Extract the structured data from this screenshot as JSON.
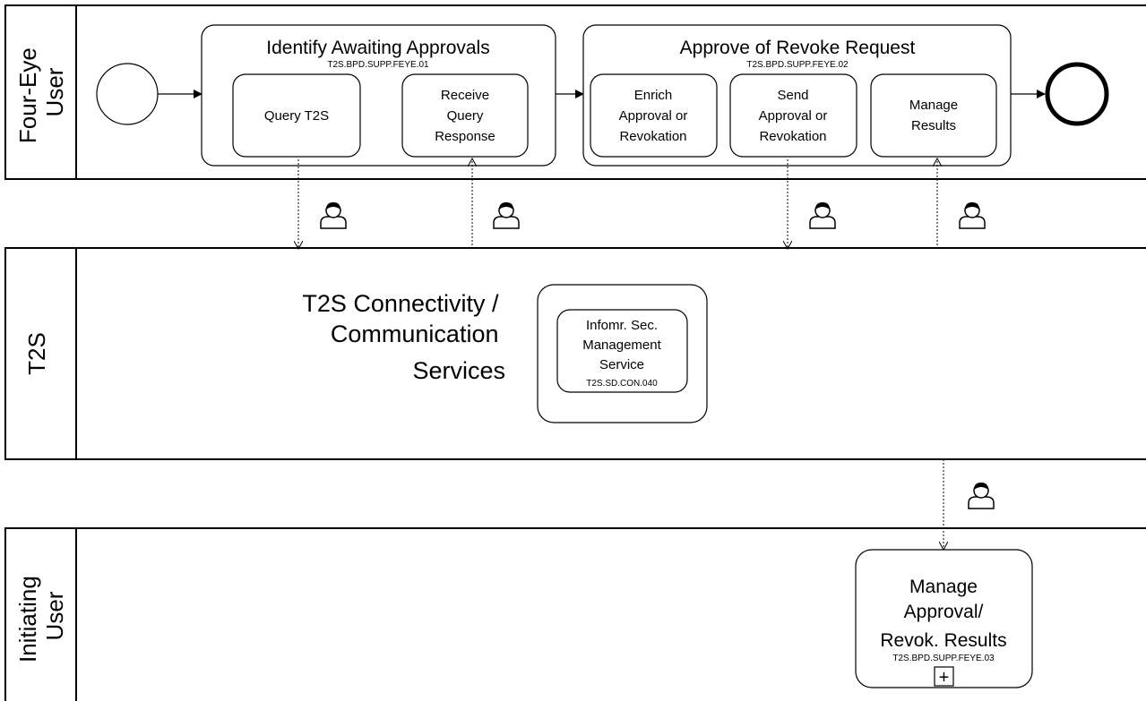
{
  "lanes": {
    "four_eye": {
      "label_line1": "Four-Eye",
      "label_line2": "User"
    },
    "t2s": {
      "label": "T2S"
    },
    "initiating": {
      "label_line1": "Initiating",
      "label_line2": "User"
    }
  },
  "process_identify": {
    "title": "Identify Awaiting Approvals",
    "code": "T2S.BPD.SUPP.FEYE.01",
    "tasks": [
      {
        "lines": [
          "Query T2S"
        ]
      },
      {
        "lines": [
          "Receive",
          "Query",
          "Response"
        ]
      }
    ]
  },
  "process_approve": {
    "title": "Approve of Revoke Request",
    "code": "T2S.BPD.SUPP.FEYE.02",
    "tasks": [
      {
        "lines": [
          "Enrich",
          "Approval or",
          "Revokation"
        ]
      },
      {
        "lines": [
          "Send",
          "Approval or",
          "Revokation"
        ]
      },
      {
        "lines": [
          "Manage",
          "Results"
        ]
      }
    ]
  },
  "t2s_services": {
    "title_lines": [
      "T2S Connectivity /",
      "Communication",
      "Services"
    ],
    "service": {
      "lines": [
        "Infomr. Sec.",
        "Management",
        "Service"
      ],
      "code": "T2S.SD.CON.040"
    }
  },
  "initiating_process": {
    "lines": [
      "Manage",
      "Approval/",
      "Revok. Results"
    ],
    "code": "T2S.BPD.SUPP.FEYE.03",
    "expand_symbol": "+"
  },
  "icons": {
    "user_icon": "user-icon",
    "start_event": "start-event-circle",
    "end_event": "end-event-circle"
  },
  "colors": {
    "stroke": "#000000",
    "background": "#ffffff"
  }
}
